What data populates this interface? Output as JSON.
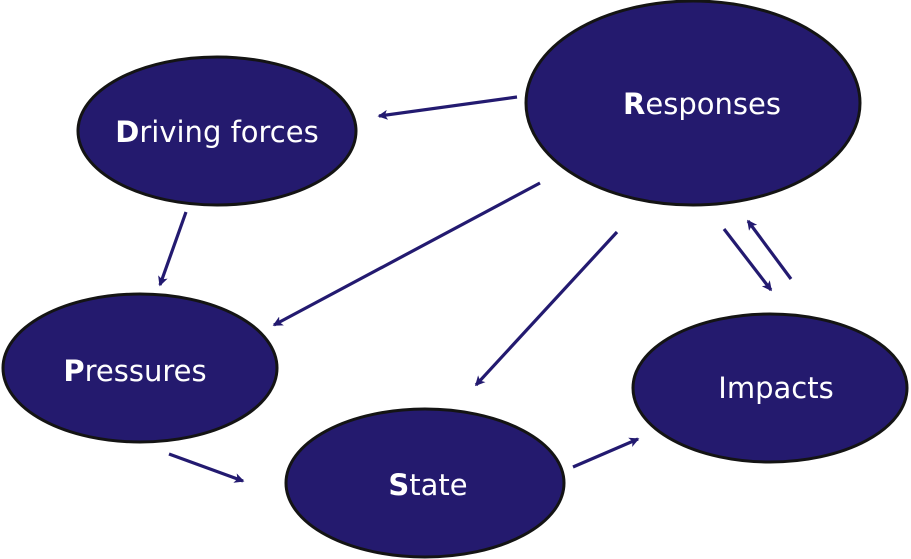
{
  "diagram": {
    "title": "DPSIR framework",
    "colors": {
      "node_fill": "#241A6E",
      "node_stroke": "#141414",
      "arrow": "#231A70",
      "label": "#FFFFFF"
    },
    "nodes": [
      {
        "id": "driving-forces",
        "initial": "D",
        "rest": "riving forces",
        "bold_initial": true
      },
      {
        "id": "pressures",
        "initial": "P",
        "rest": "ressures",
        "bold_initial": true
      },
      {
        "id": "state",
        "initial": "S",
        "rest": "tate",
        "bold_initial": true
      },
      {
        "id": "impacts",
        "initial": "",
        "rest": "Impacts",
        "bold_initial": false
      },
      {
        "id": "responses",
        "initial": "R",
        "rest": "esponses",
        "bold_initial": true
      }
    ],
    "edges": [
      {
        "from": "responses",
        "to": "driving-forces"
      },
      {
        "from": "driving-forces",
        "to": "pressures"
      },
      {
        "from": "responses",
        "to": "pressures"
      },
      {
        "from": "responses",
        "to": "state"
      },
      {
        "from": "pressures",
        "to": "state"
      },
      {
        "from": "state",
        "to": "impacts"
      },
      {
        "from": "responses",
        "to": "impacts"
      },
      {
        "from": "impacts",
        "to": "responses"
      }
    ]
  }
}
